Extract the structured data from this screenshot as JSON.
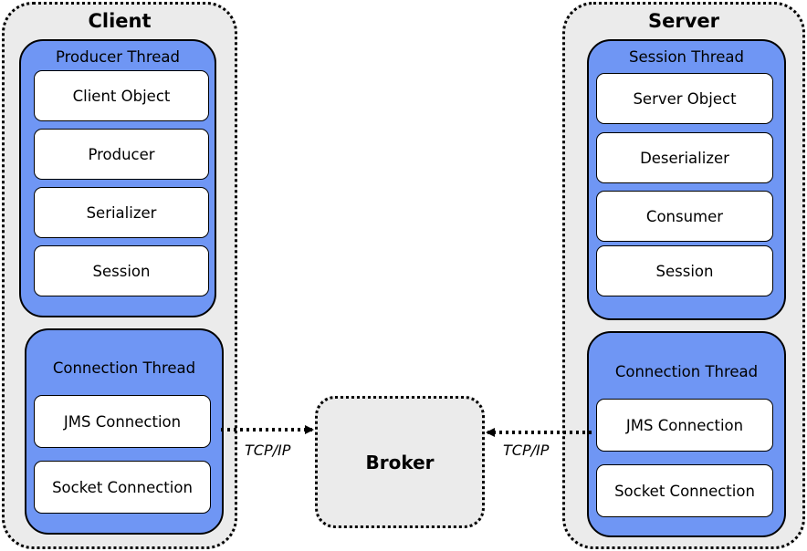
{
  "client": {
    "title": "Client",
    "producer_thread": {
      "title": "Producer Thread",
      "items": [
        "Client Object",
        "Producer",
        "Serializer",
        "Session"
      ]
    },
    "connection_thread": {
      "title": "Connection Thread",
      "items": [
        "JMS Connection",
        "Socket Connection"
      ]
    }
  },
  "server": {
    "title": "Server",
    "session_thread": {
      "title": "Session Thread",
      "items": [
        "Server Object",
        "Deserializer",
        "Consumer",
        "Session"
      ]
    },
    "connection_thread": {
      "title": "Connection Thread",
      "items": [
        "JMS Connection",
        "Socket Connection"
      ]
    }
  },
  "broker": {
    "label": "Broker"
  },
  "links": {
    "client_label": "TCP/IP",
    "server_label": "TCP/IP"
  }
}
